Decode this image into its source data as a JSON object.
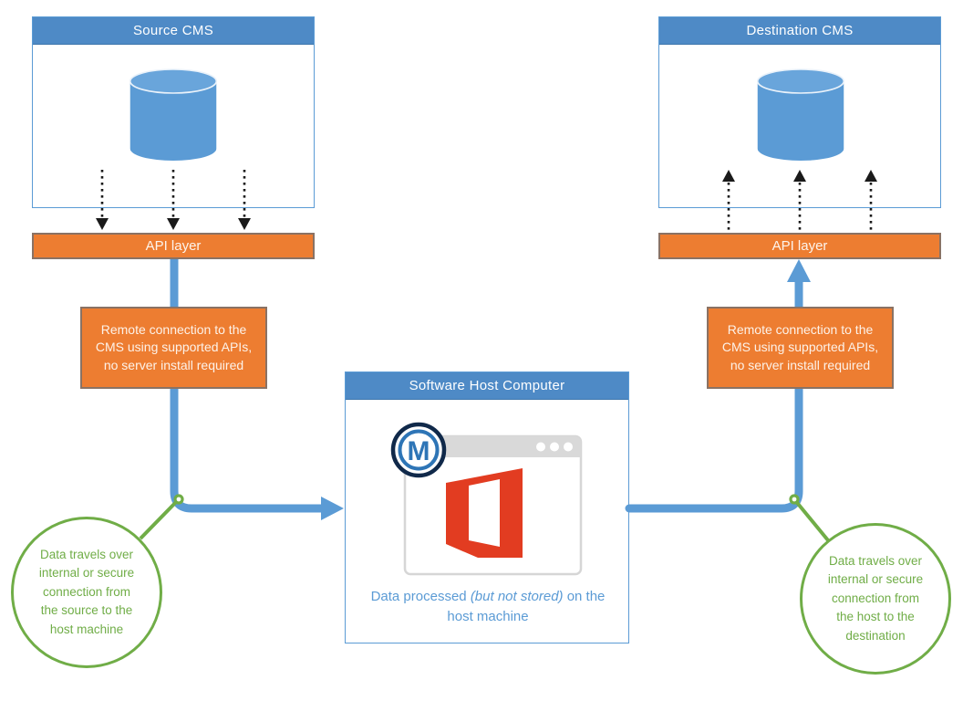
{
  "colors": {
    "header_blue": "#4E8AC6",
    "accent_blue": "#5B9BD5",
    "cylinder_blue": "#5B9BD5",
    "orange": "#ED7D31",
    "green": "#70AD47",
    "logo_red": "#E23C21",
    "badge_navy": "#10294A",
    "badge_blue": "#2E75B6",
    "arrow_black": "#1A1A1A"
  },
  "source_cms": {
    "title": "Source CMS"
  },
  "destination_cms": {
    "title": "Destination CMS"
  },
  "api_layer_left": {
    "label": "API layer"
  },
  "api_layer_right": {
    "label": "API layer"
  },
  "remote_note_left": {
    "lines": [
      "Remote connection to the",
      "CMS using supported APIs,",
      "no server install required"
    ]
  },
  "remote_note_right": {
    "lines": [
      "Remote connection to the",
      "CMS using supported APIs,",
      "no server install required"
    ]
  },
  "host": {
    "title": "Software Host Computer",
    "logo_letter": "M",
    "caption": {
      "part1": "Data processed ",
      "italic": "(but not stored)",
      "part2": " on the host machine"
    }
  },
  "callout_left": {
    "lines": [
      "Data travels over",
      "internal or secure",
      "connection from",
      "the source to the",
      "host machine"
    ]
  },
  "callout_right": {
    "lines": [
      "Data travels over",
      "internal or secure",
      "connection from",
      "the host to the",
      "destination"
    ]
  }
}
